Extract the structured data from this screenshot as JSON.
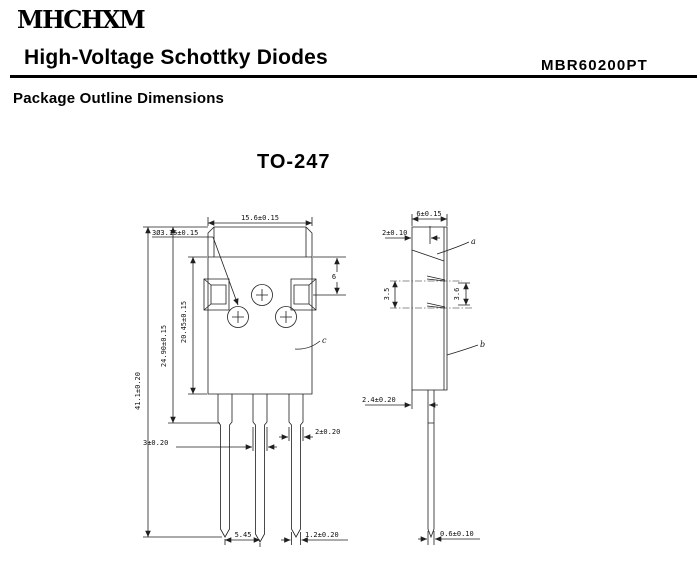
{
  "header": {
    "logo": "MHCHXM",
    "title": "High-Voltage Schottky Diodes",
    "part_number": "MBR60200PT"
  },
  "section_heading": "Package Outline Dimensions",
  "package_name": "TO-247",
  "front_view": {
    "dim_width": "15.6±0.15",
    "dim_holes": "3Ø3.15±0.15",
    "dim_hole_to_top": "6",
    "dim_total_length": "41.1±0.20",
    "dim_length_to_shoulder": "24.90±0.15",
    "dim_body_length": "20.45±0.15",
    "dim_mid_lead_width": "3±0.20",
    "dim_right_lead_width": "2±0.20",
    "dim_lead_pitch": "5.45",
    "dim_lead_tip_width": "1.2±0.20",
    "label_c": "c"
  },
  "side_view": {
    "dim_thickness": "6±0.15",
    "dim_hole_plane": "2±0.10",
    "dim_groove_left": "3.5",
    "dim_groove_right": "3.6",
    "dim_lead_setback": "2.4±0.20",
    "dim_lead_thickness": "0.6±0.10",
    "label_a": "a",
    "label_b": "b"
  }
}
